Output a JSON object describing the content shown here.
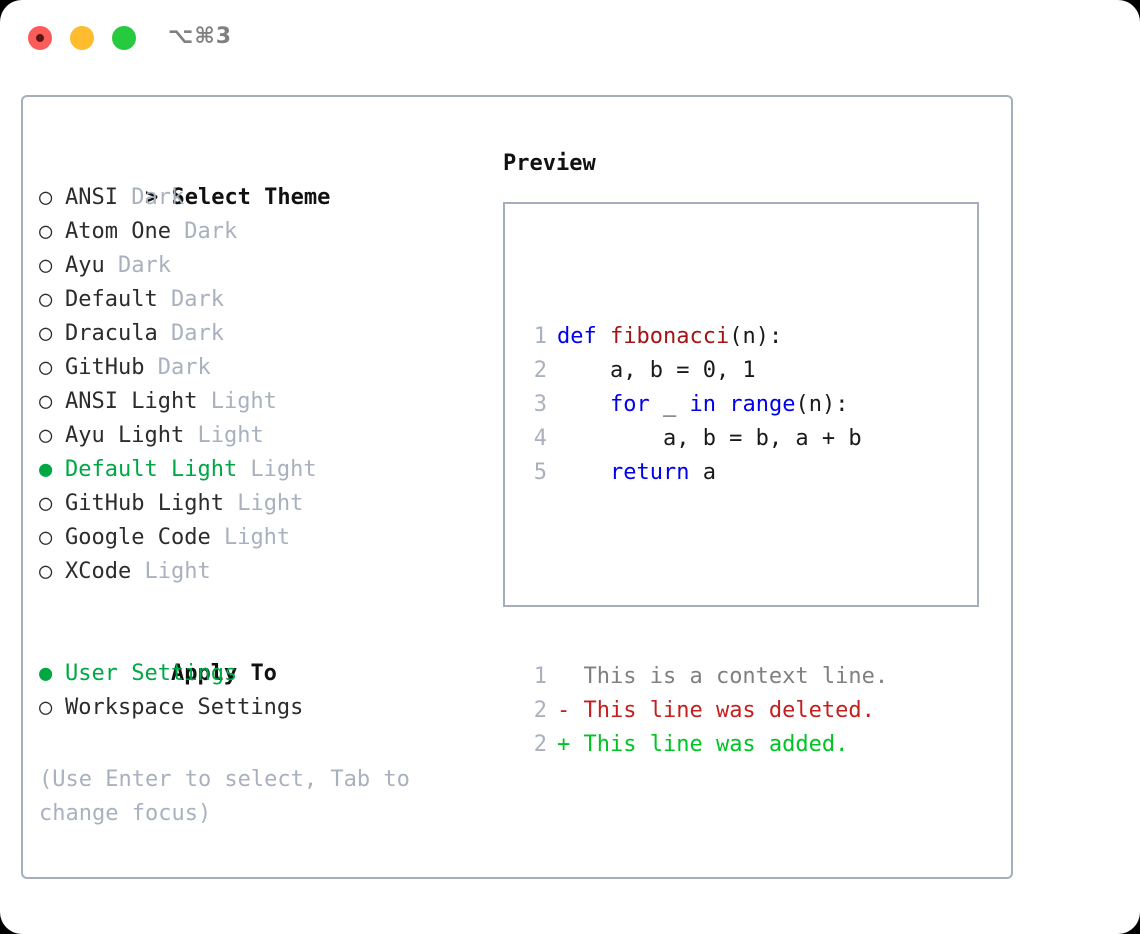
{
  "titlebar": {
    "shortcut": "⌥⌘3",
    "buttons": [
      {
        "name": "close",
        "color": "#fb5c59"
      },
      {
        "name": "minimize",
        "color": "#febc2e"
      },
      {
        "name": "maximize",
        "color": "#27c93f"
      }
    ]
  },
  "theme_picker": {
    "header": "> Select Theme",
    "bullet_unselected": "○",
    "bullet_selected": "●",
    "items": [
      {
        "bullet": "○",
        "name": "ANSI",
        "tag": "Dark",
        "selected": false
      },
      {
        "bullet": "○",
        "name": "Atom One",
        "tag": "Dark",
        "selected": false
      },
      {
        "bullet": "○",
        "name": "Ayu",
        "tag": "Dark",
        "selected": false
      },
      {
        "bullet": "○",
        "name": "Default",
        "tag": "Dark",
        "selected": false
      },
      {
        "bullet": "○",
        "name": "Dracula",
        "tag": "Dark",
        "selected": false
      },
      {
        "bullet": "○",
        "name": "GitHub",
        "tag": "Dark",
        "selected": false
      },
      {
        "bullet": "○",
        "name": "ANSI Light",
        "tag": "Light",
        "selected": false
      },
      {
        "bullet": "○",
        "name": "Ayu Light",
        "tag": "Light",
        "selected": false
      },
      {
        "bullet": "●",
        "name": "Default Light",
        "tag": "Light",
        "selected": true
      },
      {
        "bullet": "○",
        "name": "GitHub Light",
        "tag": "Light",
        "selected": false
      },
      {
        "bullet": "○",
        "name": "Google Code",
        "tag": "Light",
        "selected": false
      },
      {
        "bullet": "○",
        "name": "XCode",
        "tag": "Light",
        "selected": false
      }
    ]
  },
  "apply_to": {
    "header": "Apply To",
    "items": [
      {
        "bullet": "●",
        "name": "User Settings",
        "selected": true
      },
      {
        "bullet": "○",
        "name": "Workspace Settings",
        "selected": false
      }
    ]
  },
  "hint": "(Use Enter to select, Tab to change focus)",
  "preview": {
    "title": "Preview",
    "code_lines": [
      {
        "num": "1",
        "segments": [
          {
            "text": "def ",
            "style": "kw"
          },
          {
            "text": "fibonacci",
            "style": "fn"
          },
          {
            "text": "(n):",
            "style": "txt"
          }
        ]
      },
      {
        "num": "2",
        "segments": [
          {
            "text": "    a, b = 0, 1",
            "style": "txt"
          }
        ]
      },
      {
        "num": "3",
        "segments": [
          {
            "text": "    ",
            "style": "txt"
          },
          {
            "text": "for",
            "style": "kw"
          },
          {
            "text": " _ ",
            "style": "txt"
          },
          {
            "text": "in range",
            "style": "kw"
          },
          {
            "text": "(n):",
            "style": "txt"
          }
        ]
      },
      {
        "num": "4",
        "segments": [
          {
            "text": "        a, b = b, a + b",
            "style": "txt"
          }
        ]
      },
      {
        "num": "5",
        "segments": [
          {
            "text": "    ",
            "style": "txt"
          },
          {
            "text": "return",
            "style": "kw"
          },
          {
            "text": " a",
            "style": "txt"
          }
        ]
      }
    ],
    "diff_lines": [
      {
        "num": "1",
        "marker": " ",
        "text": " This is a context line.",
        "style": "ctx"
      },
      {
        "num": "2",
        "marker": "-",
        "text": " This line was deleted.",
        "style": "del"
      },
      {
        "num": "2",
        "marker": "+",
        "text": " This line was added.",
        "style": "add"
      }
    ]
  },
  "colors": {
    "accent_green": "#00a844",
    "muted": "#a9b1bf",
    "border": "#a6aebc",
    "keyword": "#0000ee",
    "function": "#a31515",
    "diff_added": "#00c426",
    "diff_deleted": "#c32020"
  }
}
